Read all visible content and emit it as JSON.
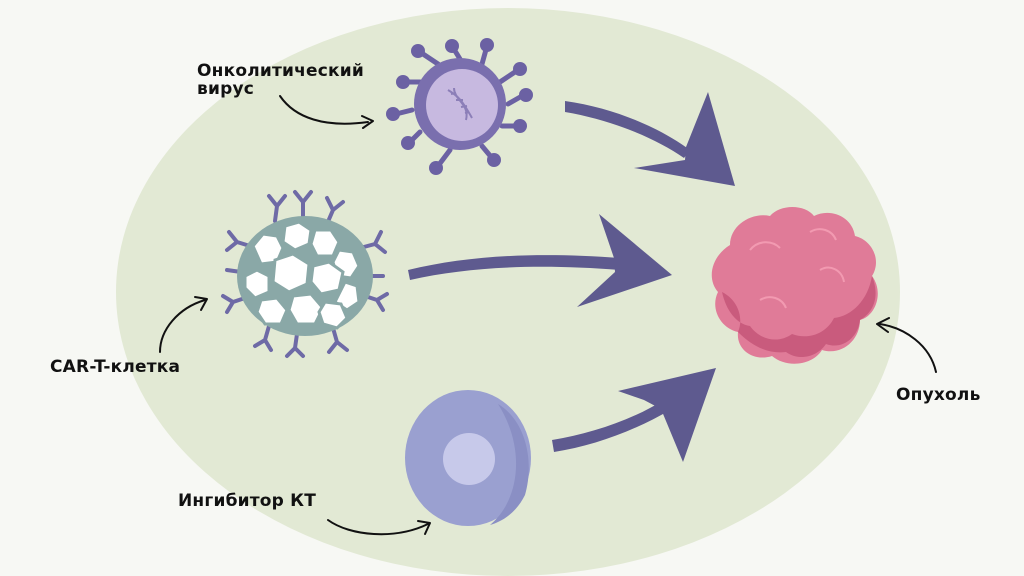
{
  "labels": {
    "oncolytic_virus_line1": "Онколитический",
    "oncolytic_virus_line2": "вирус",
    "car_t_cell": "CAR-T-клетка",
    "checkpoint_inhibitor": "Ингибитор КТ",
    "tumor": "Опухоль"
  },
  "colors": {
    "background_ellipse": "#e2e9d4",
    "arrow": "#5e5a8f",
    "virus_body": "#7a6fae",
    "virus_core": "#c7b9e0",
    "car_t_outline": "#8aa8a7",
    "antibody": "#6e6aa6",
    "inhibitor_cell": "#9aa0d0",
    "tumor": "#e07b98"
  },
  "icons": [
    "oncolytic-virus-icon",
    "dna-icon",
    "car-t-cell-icon",
    "antibody-icon",
    "checkpoint-inhibitor-cell-icon",
    "tumor-icon"
  ]
}
